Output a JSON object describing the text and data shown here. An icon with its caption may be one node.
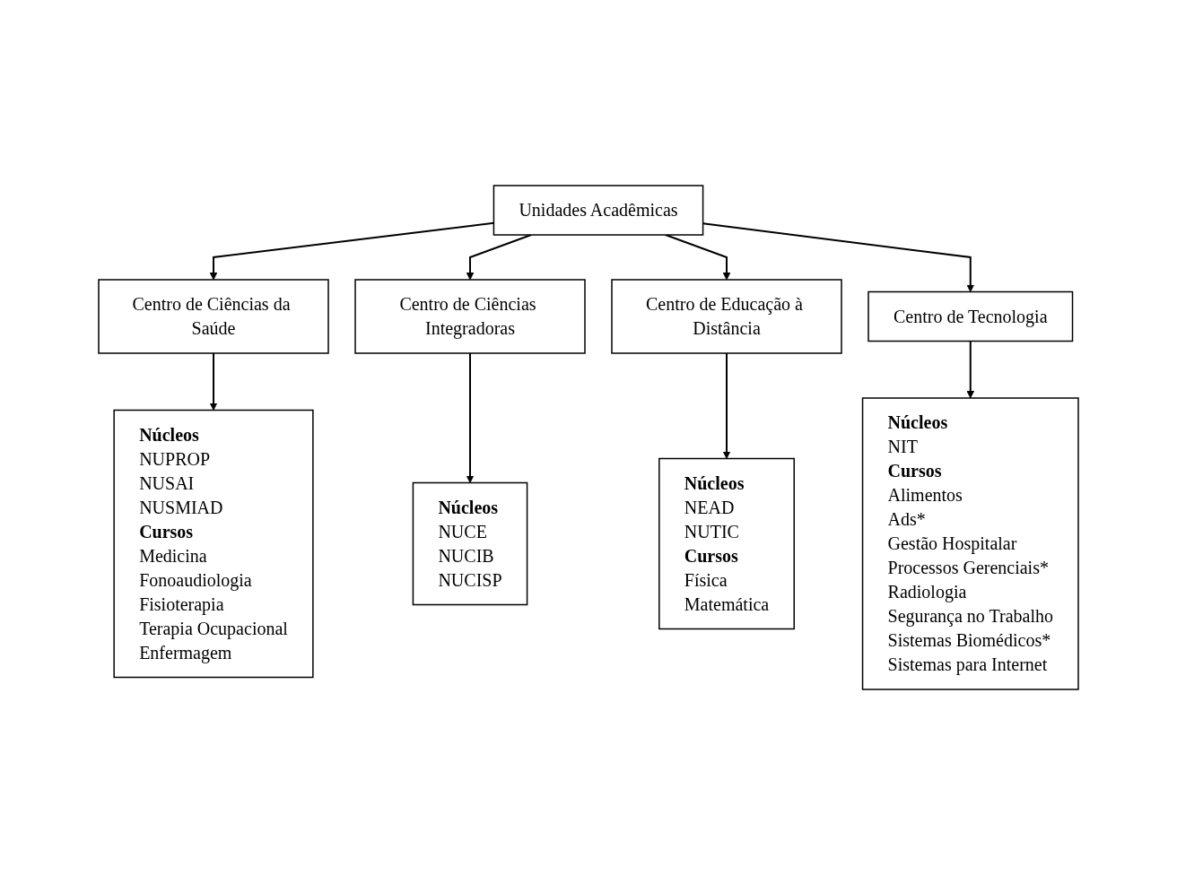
{
  "diagram": {
    "nodes": [
      {
        "text": [
          "Unidades Acadêmicas"
        ]
      },
      {
        "text": [
          "Centro de Ciências da Saúde"
        ]
      },
      {
        "text": [
          "Centro de Ciências Integradoras"
        ]
      },
      {
        "text": [
          "Centro de Educação à Distância"
        ]
      },
      {
        "text": [
          "Centro de Tecnologia"
        ]
      },
      {
        "text": [
          "**Núcleos**",
          "NUPROP",
          "NUSAI",
          "NUSMIAD",
          "**Cursos**",
          "Medicina",
          "Fonoaudiologia",
          "Fisioterapia",
          "Terapia Ocupacional",
          "Enfermagem"
        ]
      },
      {
        "text": [
          "**Núcleos**",
          "NUCE",
          "NUCIB",
          "NUCISP"
        ]
      },
      {
        "text": [
          "**Núcleos**",
          "NEAD",
          "NUTIC",
          "**Cursos**",
          "Física",
          "Matemática"
        ]
      },
      {
        "text": [
          "**Núcleos**",
          "NIT",
          "**Cursos**",
          "Alimentos",
          "Ads*",
          "Gestão Hospitalar",
          "Processos Gerenciais*",
          "Radiologia",
          "Segurança no Trabalho",
          "Sistemas  Biomédicos*",
          "Sistemas para Internet"
        ]
      }
    ],
    "edges": [
      {
        "from": 0,
        "to": 1,
        "arrow": "to"
      },
      {
        "from": 0,
        "to": 2,
        "arrow": "to"
      },
      {
        "from": 0,
        "to": 3,
        "arrow": "to"
      },
      {
        "from": 0,
        "to": 4,
        "arrow": "to"
      },
      {
        "from": 1,
        "to": 5,
        "arrow": "to"
      },
      {
        "from": 2,
        "to": 6,
        "arrow": "to"
      },
      {
        "from": 3,
        "to": 7,
        "arrow": "to"
      },
      {
        "from": 4,
        "to": 8,
        "arrow": "to"
      }
    ]
  }
}
